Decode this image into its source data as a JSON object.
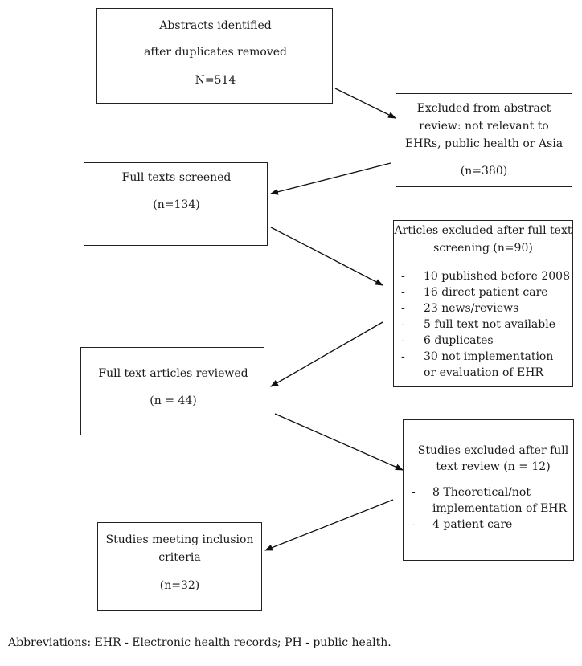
{
  "boxes": {
    "identified": {
      "lines": [
        "Abstracts identified",
        "after duplicates removed",
        "N=514"
      ]
    },
    "excluded_abstract": {
      "lines": [
        "Excluded from abstract",
        "review: not relevant to",
        "EHRs, public health or Asia",
        "(n=380)"
      ]
    },
    "screened": {
      "lines": [
        "Full texts screened",
        "(n=134)"
      ]
    },
    "excluded_fulltext": {
      "title_lines": [
        "Articles excluded after full text",
        "screening (n=90)"
      ],
      "items": [
        "10 published before 2008",
        "16 direct patient care",
        "23 news/reviews",
        "5 full text not available",
        "6 duplicates",
        "30 not implementation",
        "or evaluation of EHR"
      ]
    },
    "reviewed": {
      "lines": [
        "Full text articles reviewed",
        "(n = 44)"
      ]
    },
    "excluded_review": {
      "title_lines": [
        "Studies excluded after full",
        "text review (n = 12)"
      ],
      "items": [
        "8 Theoretical/not",
        "implementation of EHR",
        "4 patient care"
      ]
    },
    "included": {
      "lines": [
        "Studies meeting inclusion",
        "criteria",
        "(n=32)"
      ]
    }
  },
  "footnote": "Abbreviations: EHR - Electronic health records; PH - public health."
}
